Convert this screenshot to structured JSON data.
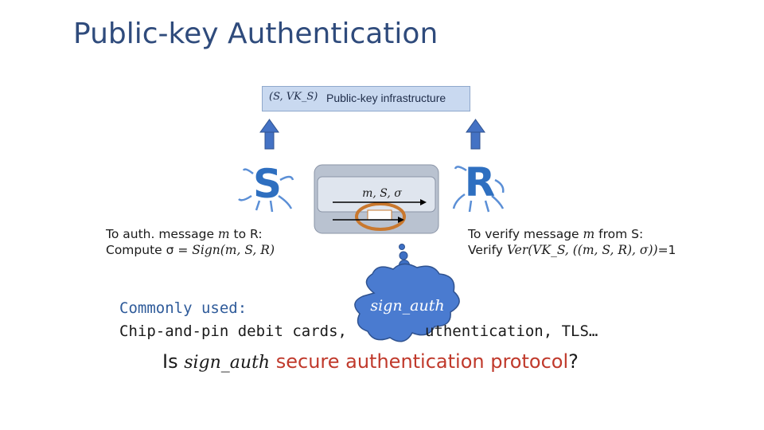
{
  "title": "Public-key Authentication",
  "pki": {
    "key_pair": "(S, VK_S)",
    "label": "Public-key infrastructure"
  },
  "sender": {
    "letter": "S",
    "line1_prefix": "To auth. message ",
    "line1_var": "m",
    "line1_suffix": " to R:",
    "line2_prefix": "Compute σ = ",
    "line2_math": "Sign(m, S, R)"
  },
  "receiver": {
    "letter": "R",
    "line1_prefix": "To verify message ",
    "line1_var": "m",
    "line1_suffix": " from S:",
    "line2_prefix": "Verify ",
    "line2_math": "Ver(VK_S, ((m, S, R), σ))",
    "line2_suffix": "=1"
  },
  "channel": {
    "message": "m, S, σ"
  },
  "cloud": {
    "label": "sign_auth"
  },
  "common_uses": {
    "line1": "Commonly used:",
    "line2_left": "Chip-and-pin debit cards,",
    "line2_right": "uthentication, TLS…"
  },
  "question": {
    "prefix": "Is ",
    "symbol": "sign_auth",
    "middle": " secure authentication protocol",
    "suffix": "?"
  },
  "colors": {
    "title": "#2f4b7c",
    "arrow": "#4472c4",
    "letters": "#2e6fc0",
    "cloud": "#3d6fc4",
    "red": "#c0392b",
    "pki_fill": "#c9d9f0"
  }
}
